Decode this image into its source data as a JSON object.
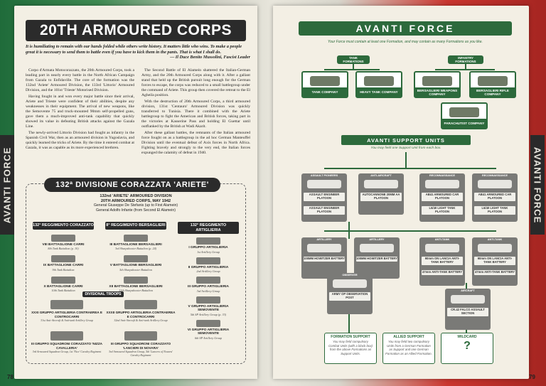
{
  "left_page": {
    "side_tab": "AVANTI FORCE",
    "title": "20TH ARMOURED CORPS",
    "quote": "It is humiliating to remain with our hands folded while others write history. It matters little who wins. To make a people great it is necessary to send them to battle even if you have to kick them in the pants. That is what I shall do.",
    "quote_attribution": "— Il Duce Benito Mussolini, Fascist Leader",
    "paragraphs": [
      "Corpo d'Armata Motocorazzato, the 20th Armoured Corps, took a leading part in nearly every battle in the North African Campaign from Gazala to Enfidaville. The core of the formation was the 132nd 'Ariete' Armoured Division, the 133rd 'Littorio' Armoured Division, and the 101st 'Trieste' Motorised Division.",
      "Having fought in and won every major battle since their arrival, Ariete and Trieste were confident of their abilities, despite any weaknesses in their equipment. The arrival of new weapons, like the Semovente 75 and truck-mounted 90mm self-propelled guns, gave them a much-improved anti-tank capability that quickly showed its value in defeating British attacks against the Gazala Line.",
      "The newly-arrived Littorio Division had fought as infantry in the Spanish Civil War, then as an armoured division in Yugoslavia, and quickly learned the tricks of Ariete. By the time it entered combat at Gazala, it was as capable as its more experienced brethren.",
      "The Second Battle of El Alamein shattered the Italian-German Army, and the 20th Armoured Corps along with it. After a gallant stand that held up the British pursuit long enough for the German forces to escape, the corps was reduced to a small battlegroup under the command of Ariete. This group then covered the retreat to the El Agheila position.",
      "With the destruction of 20th Armoured Corps, a third armoured division, 131st 'Centauro' Armoured Division was quickly transferred to Tunisia. There it combined with the Ariete battlegroup to fight the American and British forces, taking part in the victories at Kasserine Pass and holding El Guettar until outflanked by the British at Wadi Akarit.",
      "After these gallant battles, the remnants of the Italian armoured force fought on as a battlegroup in the ad hoc German Manteuffel Division until the eventual defeat of Axis forces in North Africa. Fighting bravely and strongly to the very end, the Italian forces expunged the calamity of defeat in 1940."
    ],
    "division_title": "132ª DIVISIONE CORAZZATA 'ARIETE'",
    "division_sub": [
      "132nd 'ARIETE' ARMOURED DIVISION",
      "20TH ARMOURED CORPS, MAY 1942",
      "General Giuseppe De Stefanis (up to First Alamein)",
      "General Adolfo Infante (from Second El Alamein)"
    ],
    "regiments": [
      {
        "header": "132° REGGIMENTO CORAZZATO",
        "units": [
          {
            "name": "VIII BATTAGLIONE CARRI",
            "sub": "8th Tank Battalion (p. 10)"
          },
          {
            "name": "IX BATTAGLIONE CARRI",
            "sub": "9th Tank Battalion"
          },
          {
            "name": "X BATTAGLIONE CARRI",
            "sub": "10th Tank Battalion"
          }
        ]
      },
      {
        "header": "8° REGGIMENTO BERSAGLIERI",
        "units": [
          {
            "name": "III BATTAGLIONE BERSAGLIERI",
            "sub": "3rd Sharpshooter Battalion (p. 24)"
          },
          {
            "name": "V BATTAGLIONE BERSAGLIERI",
            "sub": "5th Sharpshooter Battalion"
          },
          {
            "name": "XII BATTAGLIONE BERSAGLIERI",
            "sub": "12th Sharpshooter Battalion"
          }
        ]
      },
      {
        "header": "132° REGGIMENTO ARTIGLIERIA",
        "units": [
          {
            "name": "I GRUPPO ARTIGLIERIA",
            "sub": "1st Artillery Group"
          },
          {
            "name": "II GRUPPO ARTIGLIERIA",
            "sub": "2nd Artillery Group"
          },
          {
            "name": "III GRUPPO ARTIGLIERIA",
            "sub": "3rd Artillery Group"
          },
          {
            "name": "V GRUPPO ARTIGLIERIA SEMOVENTE",
            "sub": "5th SP Artillery Group (p. 33)"
          },
          {
            "name": "VI GRUPPO ARTIGLIERIA SEMOVENTE",
            "sub": "6th SP Artillery Group"
          }
        ]
      }
    ],
    "divisional_troops_label": "DIVISIONAL TROOPS",
    "divisional_troops": [
      {
        "name": "XXXI GRUPPO ARTIGLIERIA CONTRAEREA E CONTROCARRI",
        "sub": "31st Anti-Aircraft & Anti-tank Artillery Group"
      },
      {
        "name": "XXXII GRUPPO ARTIGLIERIA CONTRAEREA E CONTROCARRI",
        "sub": "32nd Anti-Aircraft & Anti-tank Artillery Group"
      },
      {
        "name": "III GRUPPO SQUADRONI CORAZZATO 'NIZZA CAVALLERIA'",
        "sub": "3rd Armoured Squadron Group, 1st 'Nice' Cavalry Regiment"
      },
      {
        "name": "III GRUPPO SQUADRONI CORAZZATO 'LANCIERI DI NOVARA'",
        "sub": "3rd Armoured Squadron Group, 5th 'Lancers of Novara' Cavalry Regiment"
      }
    ],
    "page_number": "78"
  },
  "right_page": {
    "side_tab": "AVANTI FORCE",
    "title": "AVANTI FORCE",
    "subtitle": "Your Force must contain at least one Formation, and may contain as many Formations as you like.",
    "tank_formations_label": "TANK FORMATIONS",
    "infantry_formations_label": "INFANTRY FORMATIONS",
    "formations": [
      {
        "name": "TANK COMPANY"
      },
      {
        "name": "HEAVY TANK COMPANY"
      },
      {
        "name": "BERSAGLIERI WEAPONS COMPANY"
      },
      {
        "name": "BERSAGLIERI RIFLE COMPANY"
      },
      {
        "name": "PARACHUTIST COMPANY"
      }
    ],
    "support_title": "AVANTI SUPPORT UNITS",
    "support_subtitle": "You may field one Support Unit from each box.",
    "support": [
      {
        "category": "ASSAULT PIONEERS",
        "options": [
          "ASSAULT ENGINEER PLATOON",
          "ASSAULT ENGINEER PLATOON"
        ]
      },
      {
        "category": "ANTI-AIRCRAFT",
        "options": [
          "AUTOCANNONE 20MM AA PLATOON"
        ]
      },
      {
        "category": "RECONNAISSANCE",
        "options": [
          "AB41 ARMOURED CAR PLATOON",
          "L6/40 LIGHT TANK PLATOON"
        ]
      },
      {
        "category": "RECONNAISSANCE",
        "options": [
          "AB41 ARMOURED CAR PLATOON",
          "L6/40 LIGHT TANK PLATOON"
        ]
      },
      {
        "category": "ARTILLERY",
        "options": [
          "100MM HOWITZER BATTERY"
        ]
      },
      {
        "category": "ARTILLERY",
        "options": [
          "100MM HOWITZER BATTERY"
        ]
      },
      {
        "category": "ANTI-TANK",
        "options": [
          "90mm ON LANCIA ANTI-TANK BATTERY",
          "47mm ANTI-TANK BATTERY"
        ]
      },
      {
        "category": "ANTI-TANK",
        "options": [
          "90mm ON LANCIA ANTI-TANK BATTERY",
          "47mm ANTI-TANK BATTERY"
        ]
      },
      {
        "category": "OBSERVER",
        "options": [
          "ARMY OP OBSERVATION POST"
        ]
      },
      {
        "category": "AIRCRAFT",
        "options": [
          "CR.42 FALCO ASSAULT SECTION"
        ]
      }
    ],
    "formation_support": {
      "title": "FORMATION SUPPORT",
      "text": "You may field compulsory Combat Units (with a black box) from the above Formations as Support Units."
    },
    "allied_support": {
      "title": "ALLIED SUPPORT",
      "text": "You may field two compulsory Units from a German Formation as Support and one German Formation as an Allied Formation."
    },
    "wildcard": {
      "title": "WILDCARD",
      "symbol": "?"
    },
    "page_number": "79"
  },
  "colors": {
    "accent_green": "#2d6a3c",
    "dark_banner": "#2b2b2b",
    "paper": "#f3efe4"
  }
}
